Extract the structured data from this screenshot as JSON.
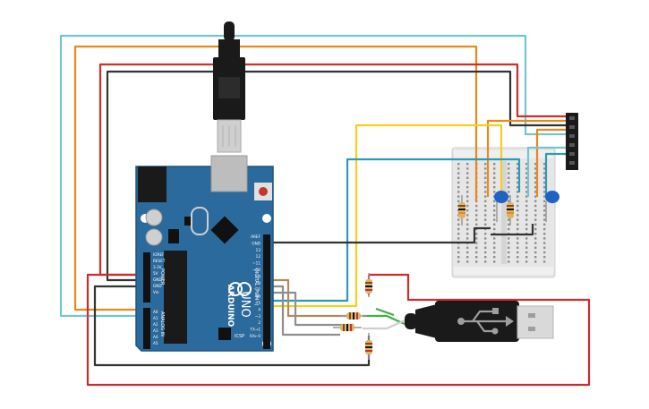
{
  "board": {
    "brand": "ARDUINO",
    "model": "UNO",
    "power_header_title": "POWER",
    "analog_header_title": "ANALOG IN",
    "digital_header_title": "DIGITAL (PWM~)",
    "power_pins": [
      "IOREF",
      "RESET",
      "3.3V",
      "5V",
      "GND",
      "GND",
      "Vin"
    ],
    "analog_pins": [
      "A0",
      "A1",
      "A2",
      "A3",
      "A4",
      "A5"
    ],
    "top_pins": [
      "AREF",
      "GND",
      "13",
      "12",
      "~11",
      "~10",
      "~9",
      "8",
      "7",
      "~6",
      "~5",
      "4",
      "~3",
      "2",
      "TX→1",
      "RX←0"
    ],
    "icsp_label": "ICSP",
    "tx_rx_labels": [
      "TX",
      "RX"
    ]
  },
  "components": {
    "usb_cable": "usb-b-cable",
    "usb_plug": "usb-a-plug",
    "usb_symbol": "usb-trident-icon"
  },
  "colors": {
    "board": "#2a6a9c",
    "wire_cyan": "#72c7cf",
    "wire_orange": "#e8891b",
    "wire_red": "#cc2d2d",
    "wire_black": "#333333",
    "wire_yellow": "#f4cf1d",
    "wire_teal": "#2d9bb3",
    "wire_green": "#3fae49",
    "wire_gray": "#8f8f8f",
    "wire_tan": "#b08a5e",
    "breadboard": "#e9e9e9",
    "usb_gray": "#4d4d4d"
  }
}
